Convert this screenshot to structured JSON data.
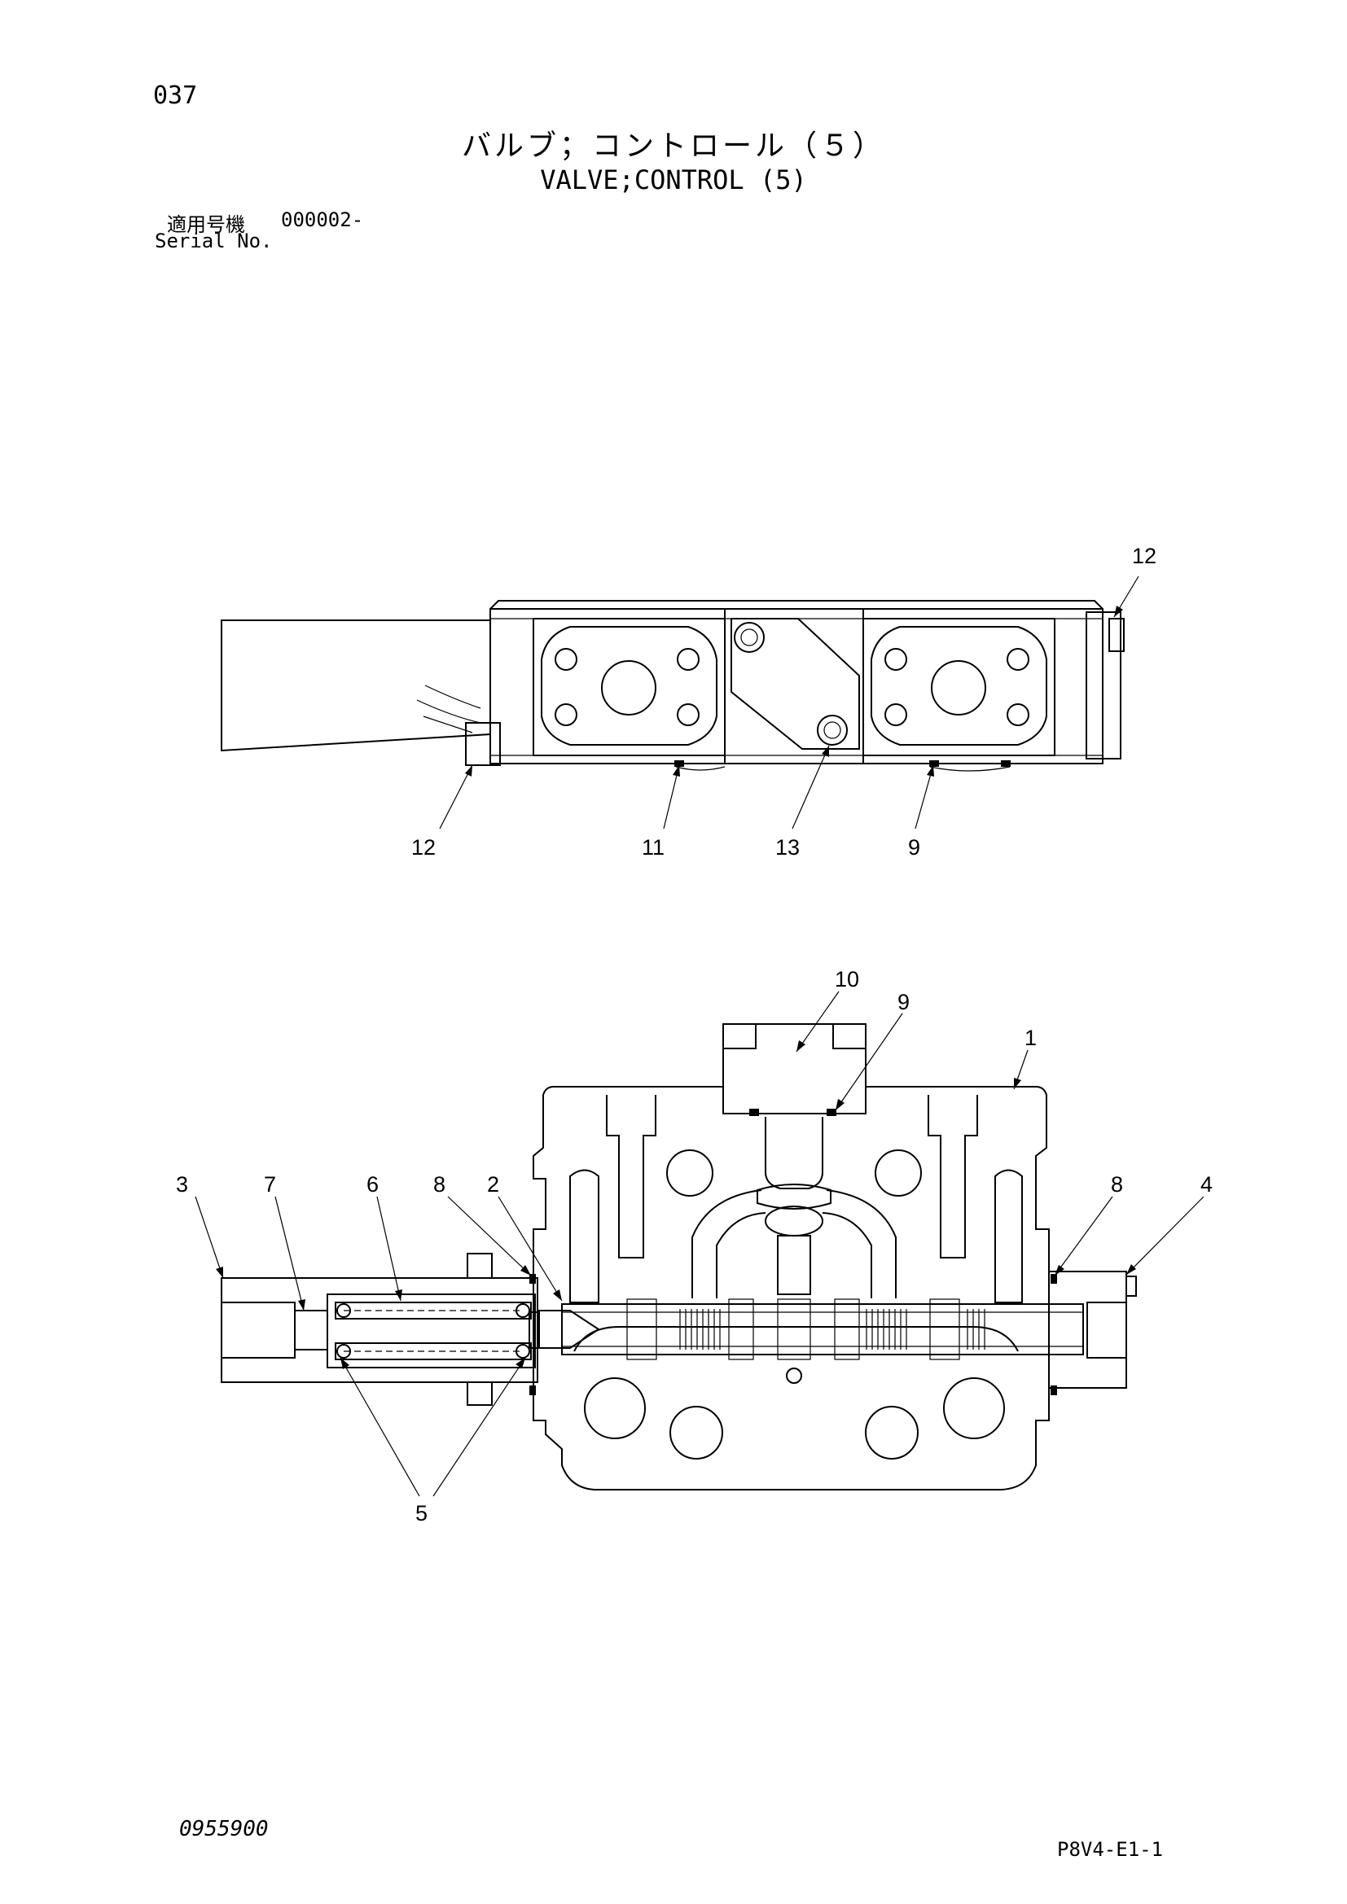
{
  "page": {
    "number": "037",
    "title_jp": "バルブ；コントロール（５）",
    "title_en": "VALVE;CONTROL (5)",
    "serial_label_jp": "適用号機",
    "serial_range": "000002-",
    "serial_label_en": "Serial No.",
    "doc_code": "0955900",
    "sheet_code": "P8V4-E1-1"
  },
  "callouts": {
    "top_view": [
      "12",
      "12",
      "11",
      "13",
      "9"
    ],
    "section_view": [
      "10",
      "9",
      "1",
      "3",
      "7",
      "6",
      "8",
      "2",
      "8",
      "4",
      "5"
    ]
  }
}
